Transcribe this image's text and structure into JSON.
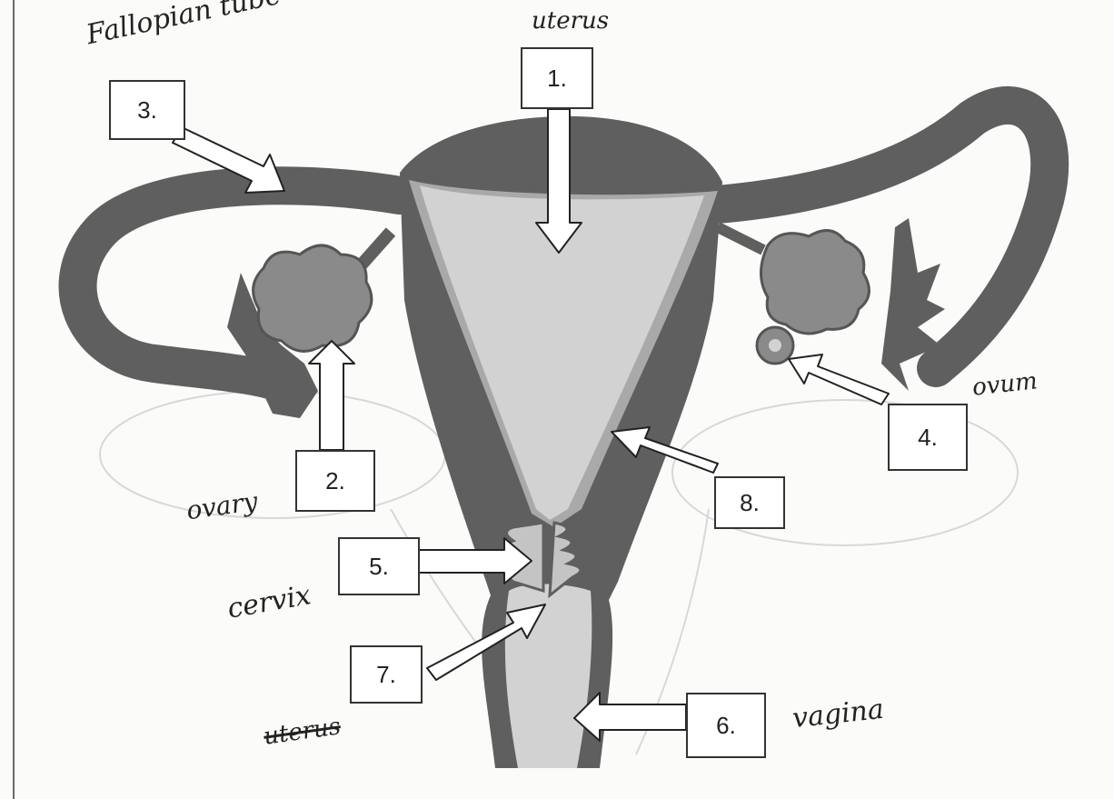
{
  "boxes": {
    "b1": "1.",
    "b2": "2.",
    "b3": "3.",
    "b4": "4.",
    "b5": "5.",
    "b6": "6.",
    "b7": "7.",
    "b8": "8."
  },
  "handwritten": {
    "uterus_top": "uterus",
    "fallopian": "Fallopian tube",
    "ovary": "ovary",
    "ovum": "ovum",
    "cervix": "cervix",
    "vagina": "vagina",
    "uterus_struck": "uterus"
  },
  "colors": {
    "wall": "#5f5f5f",
    "lining": "#a9a9a9",
    "cavity": "#d2d2d2",
    "ovary": "#8a8a8a"
  }
}
